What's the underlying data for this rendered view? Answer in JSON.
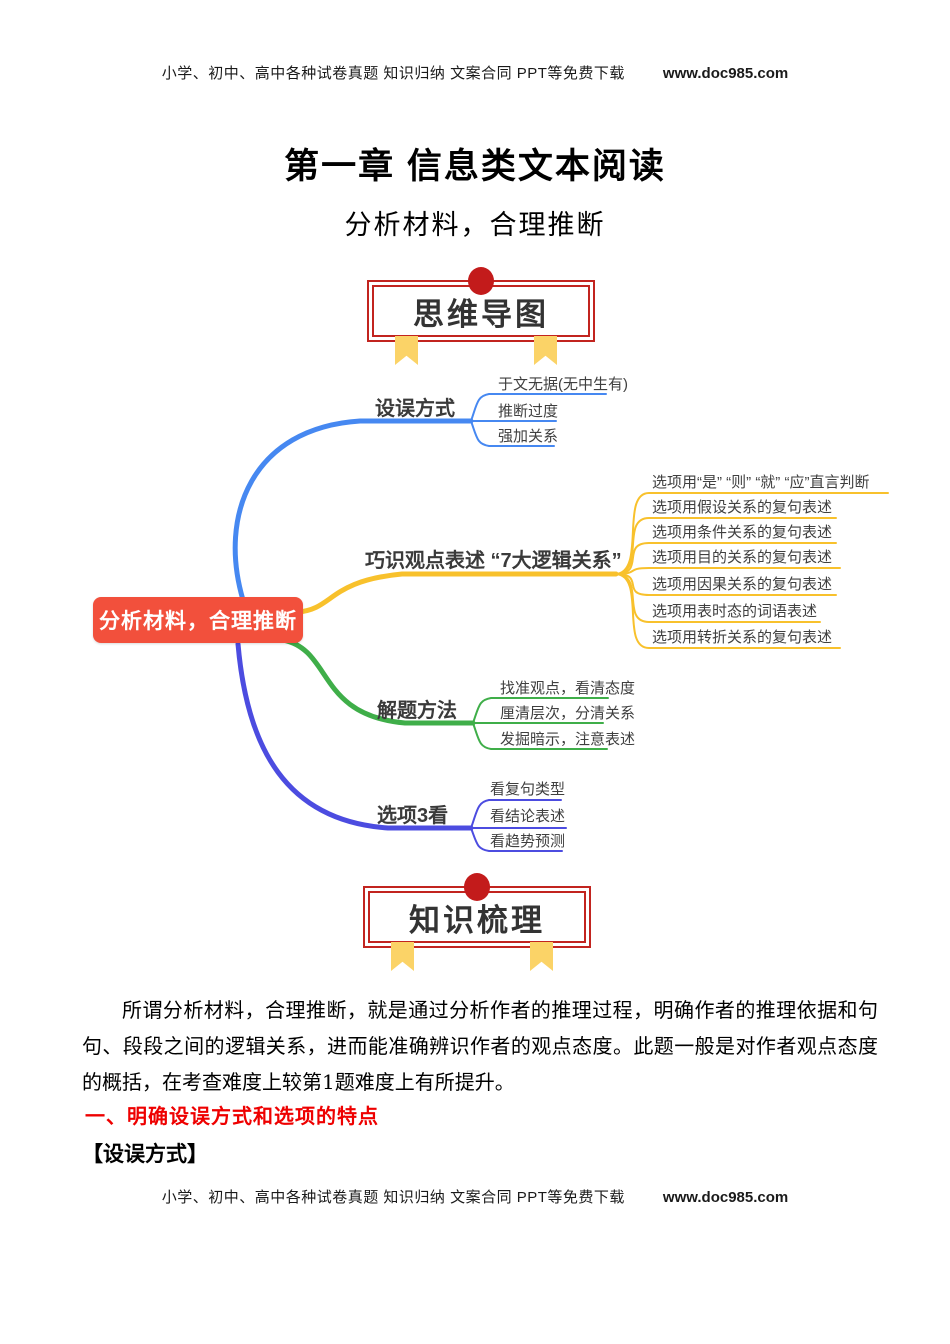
{
  "page": {
    "header": {
      "text": "小学、初中、高中各种试卷真题  知识归纳  文案合同  PPT等免费下载",
      "url": "www.doc985.com"
    },
    "footer": {
      "text": "小学、初中、高中各种试卷真题  知识归纳  文案合同  PPT等免费下载",
      "url": "www.doc985.com"
    },
    "title": "第一章 信息类文本阅读",
    "subtitle": "分析材料，合理推断"
  },
  "banners": {
    "mindmap": "思维导图",
    "knowledge": "知识梳理"
  },
  "mindmap": {
    "center": "分析材料，合理推断",
    "center_color": "#f2503c",
    "branches": [
      {
        "label": "设误方式",
        "color": "#4688f1",
        "children": [
          "于文无据(无中生有)",
          "推断过度",
          "强加关系"
        ]
      },
      {
        "label": "巧识观点表述 “7大逻辑关系”",
        "color": "#f8c12c",
        "children": [
          "选项用“是” “则” “就” “应”直言判断",
          "选项用假设关系的复句表述",
          "选项用条件关系的复句表述",
          "选项用目的关系的复句表述",
          "选项用因果关系的复句表述",
          "选项用表时态的词语表述",
          "选项用转折关系的复句表述"
        ]
      },
      {
        "label": "解题方法",
        "color": "#3fae49",
        "children": [
          "找准观点，看清态度",
          "厘清层次，分清关系",
          "发掘暗示，注意表述"
        ]
      },
      {
        "label": "选项3看",
        "color": "#4c4ce0",
        "children": [
          "看复句类型",
          "看结论表述",
          "看趋势预测"
        ]
      }
    ]
  },
  "content": {
    "paragraph": "所谓分析材料，合理推断，就是通过分析作者的推理过程，明确作者的推理依据和句句、段段之间的逻辑关系，进而能准确辨识作者的观点态度。此题一般是对作者观点态度的概括，在考查难度上较第1题难度上有所提升。",
    "heading1": "一、明确设误方式和选项的特点",
    "heading2": "【设误方式】"
  }
}
